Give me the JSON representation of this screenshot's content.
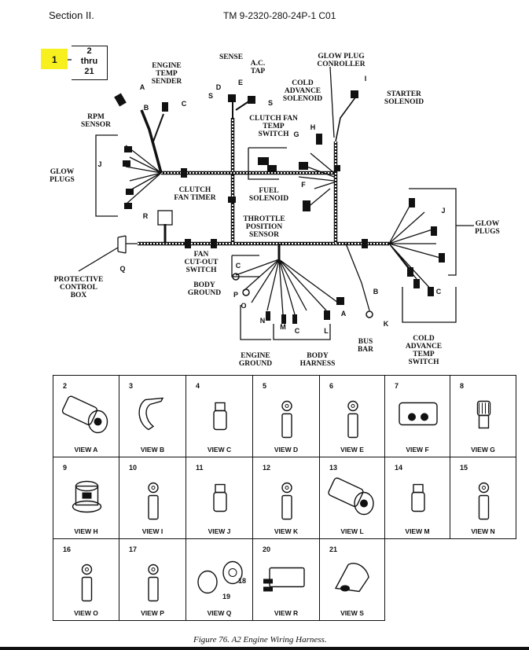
{
  "header": {
    "section": "Section II.",
    "doc_id": "TM 9-2320-280-24P-1  C01"
  },
  "callout": {
    "item": "1",
    "range_top": "2",
    "range_mid": "thru",
    "range_bot": "21",
    "highlight_color": "#f7ef1e"
  },
  "labels": {
    "engine_temp_sender": [
      "ENGINE",
      "TEMP",
      "SENDER"
    ],
    "sense": [
      "SENSE"
    ],
    "ac_tap": [
      "A.C.",
      "TAP"
    ],
    "glow_plug_controller": [
      "GLOW PLUG",
      "CONROLLER"
    ],
    "cold_advance_solenoid": [
      "COLD",
      "ADVANCE",
      "SOLENOID"
    ],
    "starter_solenoid": [
      "STARTER",
      "SOLENOID"
    ],
    "rpm_sensor": [
      "RPM",
      "SENSOR"
    ],
    "clutch_fan_temp_switch": [
      "CLUTCH FAN",
      "TEMP",
      "SWITCH"
    ],
    "glow_plugs_left": [
      "GLOW",
      "PLUGS"
    ],
    "clutch_fan_timer": [
      "CLUTCH",
      "FAN TIMER"
    ],
    "fuel_solenoid": [
      "FUEL",
      "SOLENOID"
    ],
    "throttle_position_sensor": [
      "THROTTLE",
      "POSITION",
      "SENSOR"
    ],
    "glow_plugs_right": [
      "GLOW",
      "PLUGS"
    ],
    "protective_control_box": [
      "PROTECTIVE",
      "CONTROL",
      "BOX"
    ],
    "fan_cutout_switch": [
      "FAN",
      "CUT-OUT",
      "SWITCH"
    ],
    "body_ground": [
      "BODY",
      "GROUND"
    ],
    "engine_ground": [
      "ENGINE",
      "GROUND"
    ],
    "body_harness": [
      "BODY",
      "HARNESS"
    ],
    "bus_bar": [
      "BUS",
      "BAR"
    ],
    "cold_advance_temp_switch": [
      "COLD",
      "ADVANCE",
      "TEMP",
      "SWITCH"
    ]
  },
  "letters": {
    "A": "A",
    "B": "B",
    "C": "C",
    "D": "D",
    "E": "E",
    "F": "F",
    "G": "G",
    "H": "H",
    "I": "I",
    "J": "J",
    "K": "K",
    "L": "L",
    "M": "M",
    "N": "N",
    "O": "O",
    "P": "P",
    "Q": "Q",
    "R": "R",
    "S": "S"
  },
  "views": [
    {
      "num": "2",
      "label": "VIEW A",
      "icon": "bullet-connector-icon"
    },
    {
      "num": "3",
      "label": "VIEW B",
      "icon": "clip-icon"
    },
    {
      "num": "4",
      "label": "VIEW C",
      "icon": "boot-connector-icon"
    },
    {
      "num": "5",
      "label": "VIEW D",
      "icon": "ring-terminal-icon"
    },
    {
      "num": "6",
      "label": "VIEW E",
      "icon": "ring-terminal-icon"
    },
    {
      "num": "7",
      "label": "VIEW F",
      "icon": "two-pin-connector-icon"
    },
    {
      "num": "8",
      "label": "VIEW G",
      "icon": "ribbed-boot-icon"
    },
    {
      "num": "9",
      "label": "VIEW H",
      "icon": "socket-connector-icon"
    },
    {
      "num": "10",
      "label": "VIEW I",
      "icon": "ring-terminal-icon"
    },
    {
      "num": "11",
      "label": "VIEW J",
      "icon": "boot-connector-icon"
    },
    {
      "num": "12",
      "label": "VIEW K",
      "icon": "ring-terminal-icon"
    },
    {
      "num": "13",
      "label": "VIEW L",
      "icon": "bullet-connector-icon"
    },
    {
      "num": "14",
      "label": "VIEW M",
      "icon": "boot-connector-icon"
    },
    {
      "num": "15",
      "label": "VIEW N",
      "icon": "ring-terminal-icon"
    },
    {
      "num": "16",
      "label": "VIEW O",
      "icon": "ring-terminal-icon"
    },
    {
      "num": "17",
      "label": "VIEW P",
      "icon": "ring-terminal-icon"
    },
    {
      "num": "18",
      "label": "",
      "icon": "round-connector-pair-icon"
    },
    {
      "num": "20",
      "label": "VIEW R",
      "icon": "timer-module-icon"
    },
    {
      "num": "21",
      "label": "VIEW S",
      "icon": "cap-icon"
    }
  ],
  "view_q": {
    "num_top": "18",
    "num_bottom": "19",
    "label": "VIEW Q"
  },
  "caption": "Figure 76. A2 Engine Wiring Harness."
}
